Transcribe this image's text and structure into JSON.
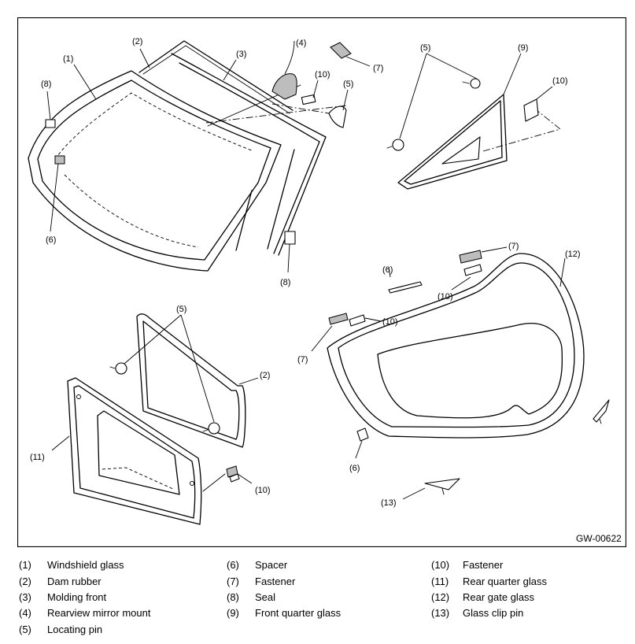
{
  "figure": {
    "id": "GW-00622",
    "callouts": [
      {
        "key": "c1",
        "text": "(1)"
      },
      {
        "key": "c2a",
        "text": "(2)"
      },
      {
        "key": "c3",
        "text": "(3)"
      },
      {
        "key": "c4",
        "text": "(4)"
      },
      {
        "key": "c7a",
        "text": "(7)"
      },
      {
        "key": "c10a",
        "text": "(10)"
      },
      {
        "key": "c5a",
        "text": "(5)"
      },
      {
        "key": "c8a",
        "text": "(8)"
      },
      {
        "key": "c6a",
        "text": "(6)"
      },
      {
        "key": "c8b",
        "text": "(8)"
      },
      {
        "key": "c5b",
        "text": "(5)"
      },
      {
        "key": "c9",
        "text": "(9)"
      },
      {
        "key": "c10b",
        "text": "(10)"
      },
      {
        "key": "c7b",
        "text": "(7)"
      },
      {
        "key": "c12",
        "text": "(12)"
      },
      {
        "key": "c6b",
        "text": "(6)"
      },
      {
        "key": "c10c",
        "text": "(10)"
      },
      {
        "key": "c10d",
        "text": "(10)"
      },
      {
        "key": "c7c",
        "text": "(7)"
      },
      {
        "key": "c5c",
        "text": "(5)"
      },
      {
        "key": "c2b",
        "text": "(2)"
      },
      {
        "key": "c11",
        "text": "(11)"
      },
      {
        "key": "c10e",
        "text": "(10)"
      },
      {
        "key": "c6c",
        "text": "(6)"
      },
      {
        "key": "c13",
        "text": "(13)"
      }
    ]
  },
  "legend": {
    "items": [
      {
        "num": "(1)",
        "label": "Windshield glass"
      },
      {
        "num": "(2)",
        "label": "Dam rubber"
      },
      {
        "num": "(3)",
        "label": "Molding front"
      },
      {
        "num": "(4)",
        "label": "Rearview mirror mount"
      },
      {
        "num": "(5)",
        "label": "Locating pin"
      },
      {
        "num": "(6)",
        "label": "Spacer"
      },
      {
        "num": "(7)",
        "label": "Fastener"
      },
      {
        "num": "(8)",
        "label": "Seal"
      },
      {
        "num": "(9)",
        "label": "Front quarter glass"
      },
      {
        "num": "(10)",
        "label": "Fastener"
      },
      {
        "num": "(11)",
        "label": "Rear quarter glass"
      },
      {
        "num": "(12)",
        "label": "Rear gate glass"
      },
      {
        "num": "(13)",
        "label": "Glass clip pin"
      }
    ]
  }
}
